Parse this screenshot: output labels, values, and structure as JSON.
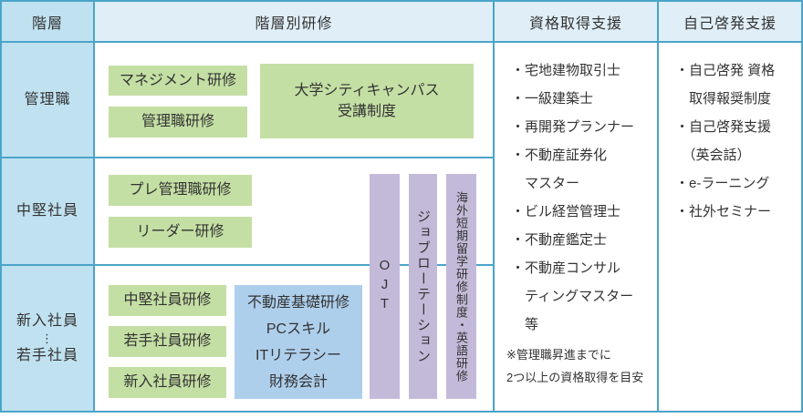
{
  "colors": {
    "border": "#4aa4c9",
    "header_bg": "#dfeef7",
    "label_bg": "#c0e1f0",
    "training_green": "#c4dfa4",
    "basic_blue": "#aecfec",
    "program_purple": "#c3bad9",
    "text": "#333333"
  },
  "header": {
    "hierarchy": "階層",
    "level_training": "階層別研修",
    "qualification_support": "資格取得支援",
    "self_development_support": "自己啓発支援"
  },
  "management_row": {
    "label": "管理職",
    "boxes": [
      "マネジメント研修",
      "管理職研修"
    ],
    "campus_box": {
      "line1": "大学シティキャンパス",
      "line2": "受講制度"
    }
  },
  "midlevel_row": {
    "label": "中堅社員",
    "boxes": [
      "プレ管理職研修",
      "リーダー研修"
    ]
  },
  "junior_row": {
    "label_lines": [
      "新入社員",
      "⋮",
      "若手社員"
    ],
    "boxes": [
      "中堅社員研修",
      "若手社員研修",
      "新入社員研修"
    ],
    "basic_box_lines": [
      "不動産基礎研修",
      "PCスキル",
      "ITリテラシー",
      "財務会計"
    ]
  },
  "vertical_bars": [
    "OJT",
    "ジョブローテーション",
    "海外短期留学研修制度・英語研修"
  ],
  "qualification_support": {
    "lines": [
      "・宅地建物取引士",
      "・一級建築士",
      "・再開発プランナー",
      "・不動産証券化",
      "　マスター",
      "・ビル経営管理士",
      "・不動産鑑定士",
      "・不動産コンサル",
      "　ティングマスター",
      "　等"
    ],
    "note_lines": [
      "※管理職昇進までに",
      "2つ以上の資格取得を目安"
    ]
  },
  "self_development": {
    "lines": [
      "・自己啓発 資格",
      "　取得報奨制度",
      "・自己啓発支援",
      "　（英会話）",
      "・e-ラーニング",
      "・社外セミナー"
    ]
  }
}
